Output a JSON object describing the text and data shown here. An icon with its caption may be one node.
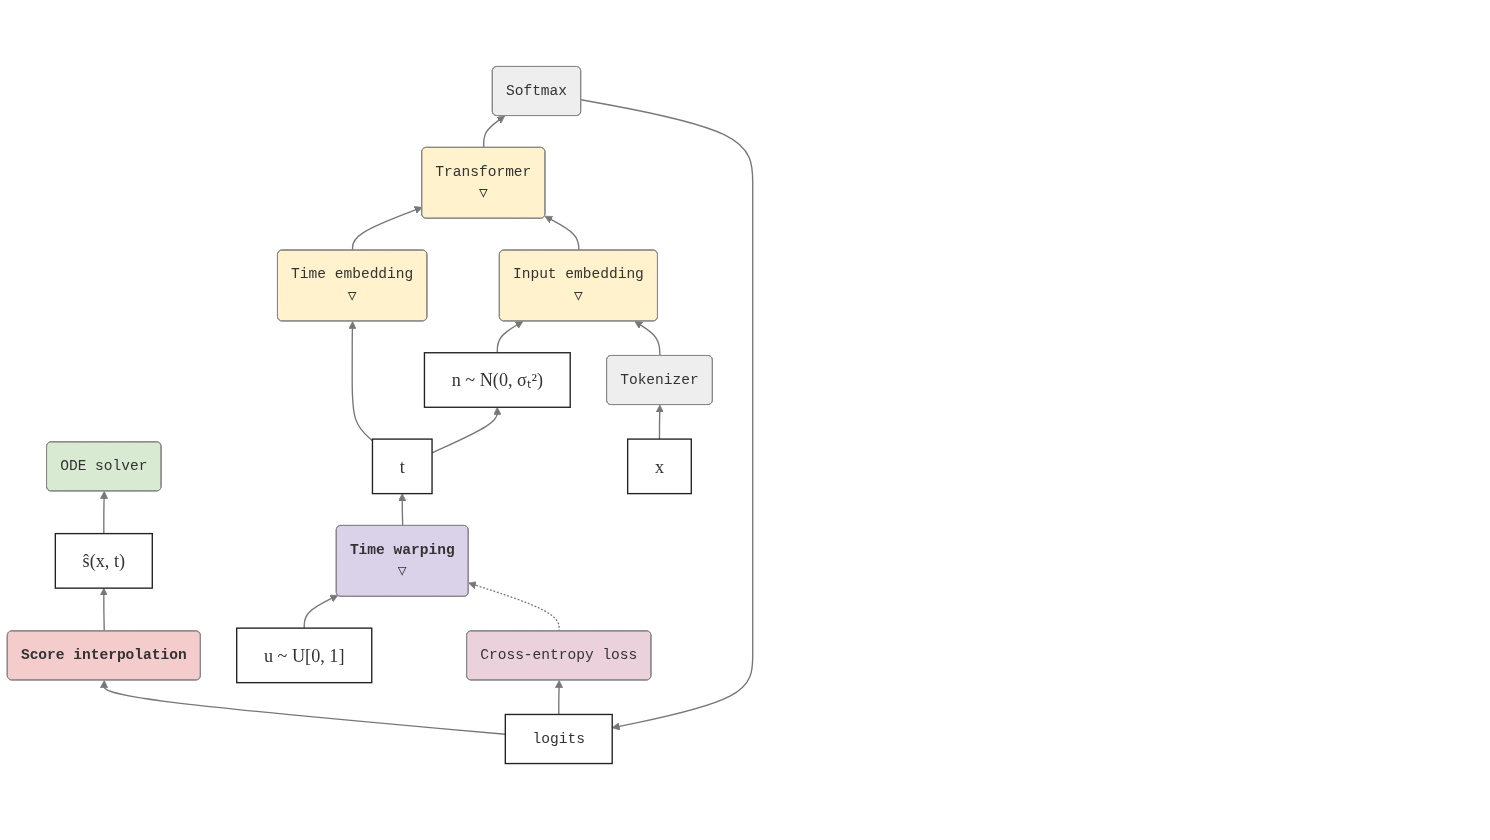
{
  "diagram": {
    "nodes": [
      {
        "text": [
          "ŝ(x, t)"
        ]
      },
      {
        "text": [
          "ODE solver"
        ]
      },
      {
        "text": [
          "Score interpolation"
        ]
      },
      {
        "text": [
          "logits"
        ]
      },
      {
        "text": [
          "Cross-entropy loss"
        ]
      },
      {
        "text": [
          "Softmax"
        ]
      },
      {
        "text": [
          "Transformer",
          "▽"
        ]
      },
      {
        "text": [
          "Time embedding",
          "▽"
        ]
      },
      {
        "text": [
          "Input embedding",
          "▽"
        ]
      },
      {
        "text": [
          "n ~ N(0, σₜ²)"
        ]
      },
      {
        "text": [
          "t"
        ]
      },
      {
        "text": [
          "Tokenizer"
        ]
      },
      {
        "text": [
          "Time warping",
          "▽"
        ]
      },
      {
        "text": [
          "x"
        ]
      },
      {
        "text": [
          "u ~ U[0, 1]"
        ]
      }
    ],
    "edges": [
      {
        "from": 0,
        "to": 1,
        "arrow": "to"
      },
      {
        "from": 2,
        "to": 0,
        "arrow": "to"
      },
      {
        "from": 3,
        "to": 2,
        "arrow": "to"
      },
      {
        "from": 3,
        "to": 4,
        "arrow": "to"
      },
      {
        "from": 5,
        "to": 3,
        "arrow": "to"
      },
      {
        "from": 6,
        "to": 5,
        "arrow": "to"
      },
      {
        "from": 7,
        "to": 6,
        "arrow": "to"
      },
      {
        "from": 8,
        "to": 6,
        "arrow": "to"
      },
      {
        "from": 9,
        "to": 8,
        "arrow": "to"
      },
      {
        "from": 10,
        "to": 9,
        "arrow": "to"
      },
      {
        "from": 10,
        "to": 7,
        "arrow": "to"
      },
      {
        "from": 12,
        "to": 10,
        "arrow": "to"
      },
      {
        "from": 11,
        "to": 8,
        "arrow": "to"
      },
      {
        "from": 13,
        "to": 11,
        "arrow": "to"
      },
      {
        "from": 14,
        "to": 12,
        "arrow": "to"
      },
      {
        "from": 4,
        "to": 12,
        "arrow": "to",
        "style": "dashed"
      }
    ]
  }
}
